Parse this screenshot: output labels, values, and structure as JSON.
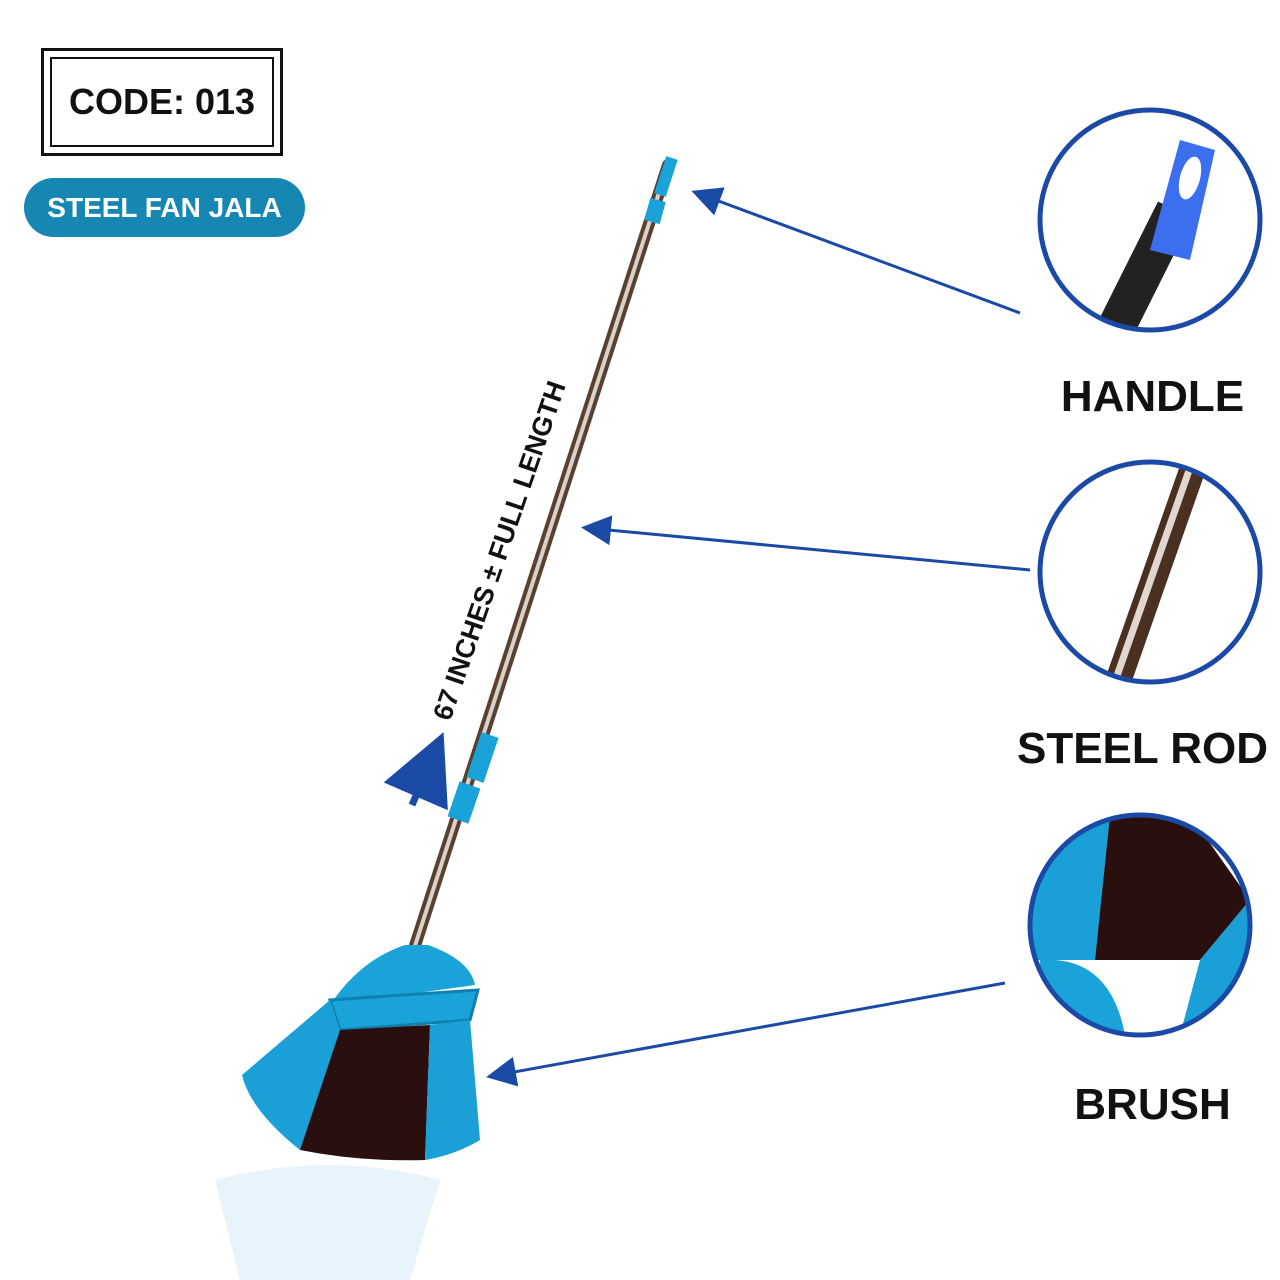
{
  "product": {
    "code": "CODE: 013",
    "name": "STEEL FAN JALA",
    "length_text": "67  INCHES ± FULL LENGTH"
  },
  "callouts": [
    {
      "label": "HANDLE"
    },
    {
      "label": "STEEL ROD"
    },
    {
      "label": "BRUSH"
    }
  ],
  "colors": {
    "accent": "#1687b3",
    "callout_blue": "#1a4aa5",
    "brush_blue": "#1a9fd6",
    "brush_dark": "#2a0f0f"
  }
}
